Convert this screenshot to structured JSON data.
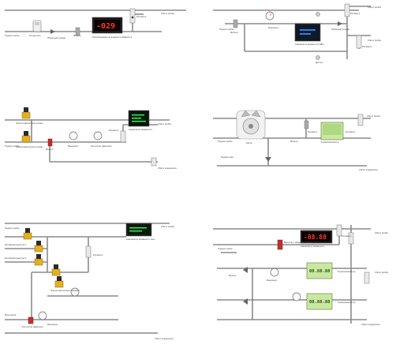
{
  "diagram1": {
    "inlet": "Подача пробы",
    "dehumidifier": "Осушитель",
    "bypass": "Обратный клапан",
    "filter": "Фильтр",
    "display_value": "-029",
    "display_caption": "Преобразователь влажности Байкал-4",
    "rotameter": "Ротаметр",
    "outlet": "Сброс пробы"
  },
  "diagram2": {
    "inlet": "Подача пробы",
    "filter": "Фильтр",
    "valve": "Вентиль",
    "manometer": "Манометр",
    "display_caption": "Анализатор влажности ИВА",
    "outlet1": "Сброс пробы",
    "outlet2": "Сброс пробы",
    "rotameter1": "Ротаметр",
    "rotameter2": "Ротаметр",
    "sensor": "Датчик",
    "check_valve": "Обратный клапан"
  },
  "diagram3": {
    "inlet": "Подача пробы",
    "solenoid1": "Электромагнитный клапан",
    "solenoid2": "Электромагнитный клапан",
    "filter": "Фильтр",
    "manometer1": "Манометр",
    "manometer2": "Регулятор давления",
    "rotameter": "Ротаметр",
    "display_caption": "Анализатор влажности",
    "outlet": "Сброс пробы",
    "outlet2": "Сброс конденсата"
  },
  "diagram4": {
    "inlet": "Подача пробы",
    "pump": "Насос",
    "filter": "Фильтр",
    "rotameter": "Ротаметр",
    "lcd_caption": "Термоанемометр",
    "rotameter2": "Ротаметр",
    "outlet": "Сброс пробы",
    "gas": "Подача газа",
    "outlet2": "Сброс конденсата"
  },
  "diagram5": {
    "inlet": "Подача пробы",
    "gas1": "Калибровочный газ 1",
    "gas2": "Калибровочный газ 2",
    "solenoids": "Электромагнитные клапаны",
    "rotameter": "Ротаметр",
    "display_caption": "Анализатор влажности газа",
    "outlet": "Сброс пробы",
    "reducer": "Регулятор давления",
    "manometer": "Манометр",
    "outlet2": "Вход азота",
    "outlet3": "Сброс конденсата"
  },
  "diagram6": {
    "inlet": "Подача пробы",
    "valve": "Вентиль с обратной связью",
    "display_value": "-88.88",
    "display_caption": "Анализатор влажности",
    "rotameter": "Ротаметр",
    "outlet": "Сброс пробы",
    "lcd1_value": "08.88.88",
    "lcd1_caption": "Термоанемометр",
    "lcd2_value": "08.88.88",
    "lcd2_caption": "Термоанемометр",
    "manometer": "Манометр",
    "filter": "Фильтр",
    "outlet2": "Сброс пробы",
    "outlet3": "Сброс конденсата"
  }
}
